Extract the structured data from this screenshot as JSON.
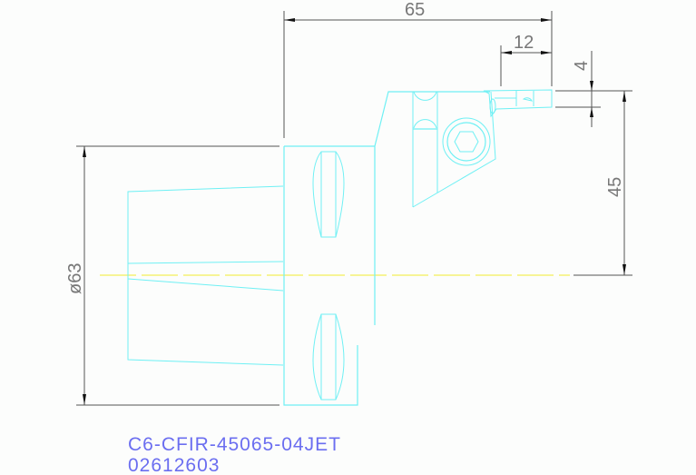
{
  "drawing": {
    "dimensions": {
      "overall_length": "65",
      "insert_width": "12",
      "tip_offset": "4",
      "height_to_center": "45",
      "shank_diameter": "ø63"
    },
    "part_number": "C6-CFIR-45065-04JET",
    "order_code": "02612603",
    "colors": {
      "geometry": "#6ff0f4",
      "dimension_lines": "#555555",
      "centerline": "#f2f05a",
      "label_text": "#6b6ef0",
      "background": "#fcfdfc"
    }
  }
}
